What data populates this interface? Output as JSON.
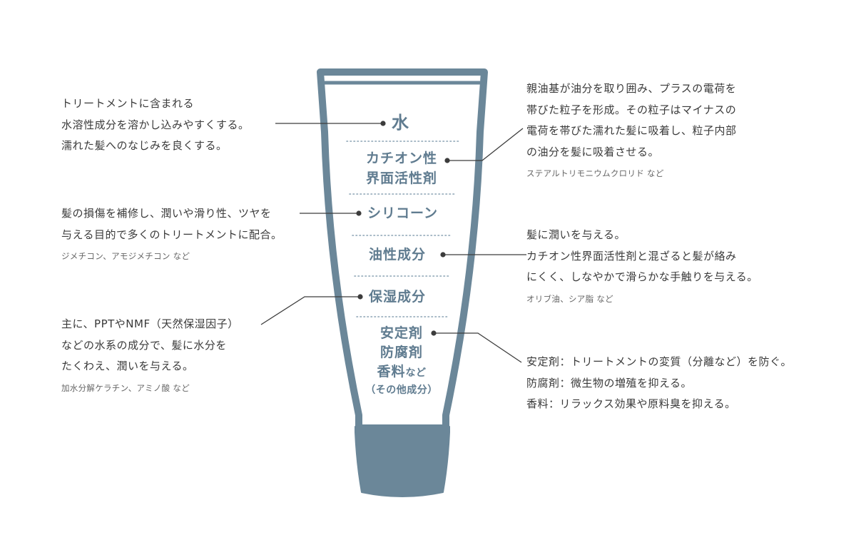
{
  "colors": {
    "tube": "#6b8799",
    "label": "#607c90",
    "dotted": "#8aa2b3",
    "leader": "#3c3c3c",
    "text": "#3a3a3a"
  },
  "ingredients": [
    {
      "id": "water",
      "label_lines": [
        "水"
      ],
      "desc_lines": [
        "トリートメントに含まれる",
        "水溶性成分を溶かし込みやすくする。",
        "濡れた髪へのなじみを良くする。"
      ],
      "example": ""
    },
    {
      "id": "cationic",
      "label_lines": [
        "カチオン性",
        "界面活性剤"
      ],
      "desc_lines": [
        "親油基が油分を取り囲み、プラスの電荷を",
        "帯びた粒子を形成。その粒子はマイナスの",
        "電荷を帯びた濡れた髪に吸着し、粒子内部",
        "の油分を髪に吸着させる。"
      ],
      "example": "ステアルトリモニウムクロリド など"
    },
    {
      "id": "silicone",
      "label_lines": [
        "シリコーン"
      ],
      "desc_lines": [
        "髪の損傷を補修し、潤いや滑り性、ツヤを",
        "与える目的で多くのトリートメントに配合。"
      ],
      "example": "ジメチコン、アモジメチコン など"
    },
    {
      "id": "oil",
      "label_lines": [
        "油性成分"
      ],
      "desc_lines": [
        "髪に潤いを与える。",
        "カチオン性界面活性剤と混ざると髪が絡み",
        "にくく、しなやかで滑らかな手触りを与える。"
      ],
      "example": "オリブ油、シア脂 など"
    },
    {
      "id": "moisture",
      "label_lines": [
        "保湿成分"
      ],
      "desc_lines": [
        "主に、PPTやNMF（天然保湿因子）",
        "などの水系の成分で、髪に水分を",
        "たくわえ、潤いを与える。"
      ],
      "example": "加水分解ケラチン、アミノ酸 など"
    },
    {
      "id": "others",
      "label_lines": [
        "安定剤",
        "防腐剤"
      ],
      "label_line3_main": "香料",
      "label_line3_suffix": "など",
      "label_line4": "（その他成分）",
      "desc_lines": [
        "安定剤：トリートメントの変質（分離など）を防ぐ。",
        "防腐剤：微生物の増殖を抑える。",
        "香料：リラックス効果や原料臭を抑える。"
      ],
      "example": ""
    }
  ]
}
